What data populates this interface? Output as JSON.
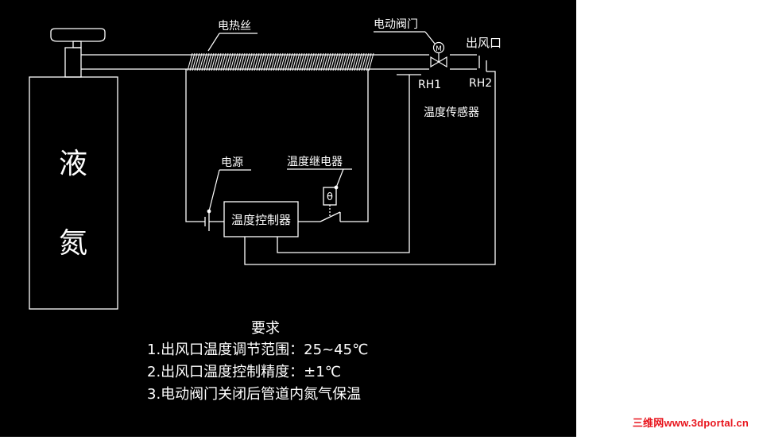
{
  "tank": {
    "label_line1": "液",
    "label_line2": "氮"
  },
  "labels": {
    "heating_wire": "电热丝",
    "valve": "电动阀门",
    "valve_symbol": "M",
    "outlet": "出风口",
    "rh1": "RH1",
    "rh2": "RH2",
    "temp_sensor": "温度传感器",
    "power": "电源",
    "relay": "温度继电器",
    "relay_symbol": "θ",
    "controller": "温度控制器"
  },
  "requirements": {
    "title": "要求",
    "items": [
      "1.出风口温度调节范围：25~45℃",
      "2.出风口温度控制精度：±1℃",
      "3.电动阀门关闭后管道内氮气保温"
    ]
  },
  "watermark": "三维网www.3dportal.cn",
  "colors": {
    "background": "#000000",
    "line": "#ffffff",
    "watermark": "#e8141c"
  }
}
